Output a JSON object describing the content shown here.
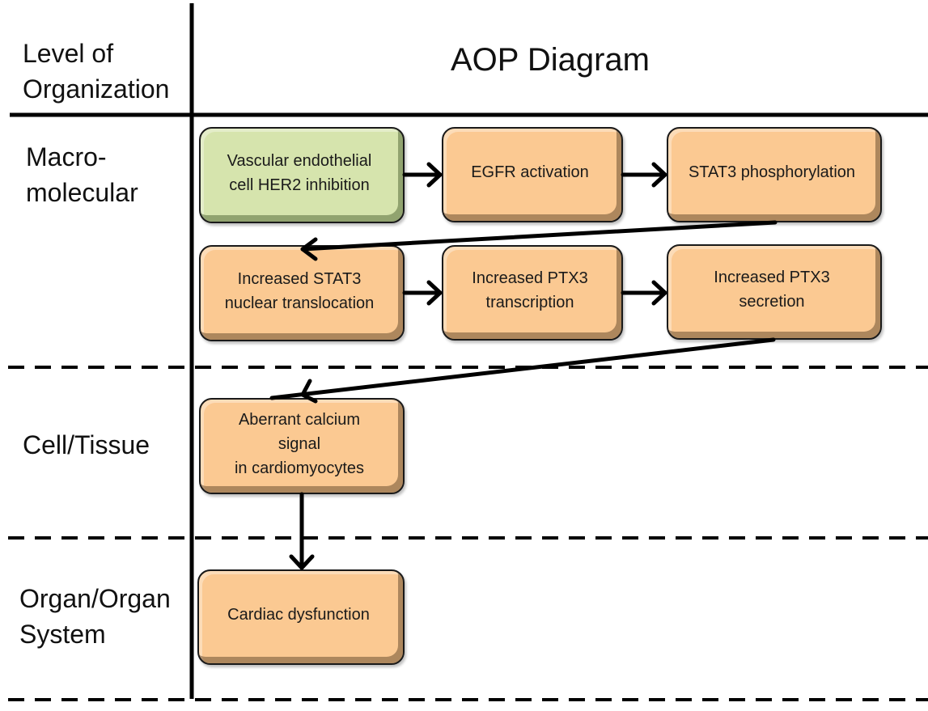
{
  "header": {
    "level_column_title": "Level of\nOrganization",
    "diagram_title": "AOP Diagram"
  },
  "levels": [
    {
      "id": "macro",
      "label": "Macro-\nmolecular"
    },
    {
      "id": "cell",
      "label": "Cell/Tissue"
    },
    {
      "id": "organ",
      "label": "Organ/Organ\nSystem"
    }
  ],
  "nodes": [
    {
      "id": "her2",
      "label": "Vascular endothelial\ncell HER2 inhibition",
      "type": "molecular-initiating-event",
      "color": "#d6e4ad"
    },
    {
      "id": "egfr",
      "label": "EGFR activation",
      "type": "key-event",
      "color": "#fbc992"
    },
    {
      "id": "stat3p",
      "label": "STAT3  phosphorylation",
      "type": "key-event",
      "color": "#fbc992"
    },
    {
      "id": "stat3n",
      "label": "Increased STAT3\nnuclear translocation",
      "type": "key-event",
      "color": "#fbc992"
    },
    {
      "id": "ptx3t",
      "label": "Increased PTX3\ntranscription",
      "type": "key-event",
      "color": "#fbc992"
    },
    {
      "id": "ptx3s",
      "label": "Increased PTX3\nsecretion",
      "type": "key-event",
      "color": "#fbc992"
    },
    {
      "id": "calcium",
      "label": "Aberrant calcium\nsignal\nin cardiomyocytes",
      "type": "key-event",
      "color": "#fbc992"
    },
    {
      "id": "cardiac",
      "label": "Cardiac dysfunction",
      "type": "adverse-outcome",
      "color": "#fbc992"
    }
  ],
  "edges": [
    {
      "from": "her2",
      "to": "egfr"
    },
    {
      "from": "egfr",
      "to": "stat3p"
    },
    {
      "from": "stat3p",
      "to": "stat3n"
    },
    {
      "from": "stat3n",
      "to": "ptx3t"
    },
    {
      "from": "ptx3t",
      "to": "ptx3s"
    },
    {
      "from": "ptx3s",
      "to": "calcium"
    },
    {
      "from": "calcium",
      "to": "cardiac"
    }
  ]
}
